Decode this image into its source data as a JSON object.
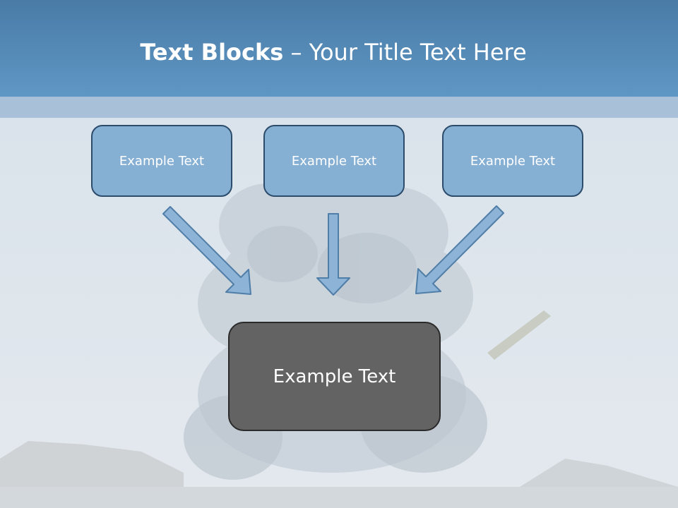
{
  "slide": {
    "title_bold": "Text Blocks",
    "title_separator": " – ",
    "title_rest": "Your Title Text Here"
  },
  "boxes": [
    {
      "label": "Example Text"
    },
    {
      "label": "Example Text"
    },
    {
      "label": "Example Text"
    }
  ],
  "center_box": {
    "label": "Example Text"
  },
  "colors": {
    "header": "#5a8fbe",
    "box_fill": "#86afd4",
    "box_border": "#2c4c6c",
    "center_fill": "#636363",
    "arrow_fill": "#8db3d6"
  }
}
